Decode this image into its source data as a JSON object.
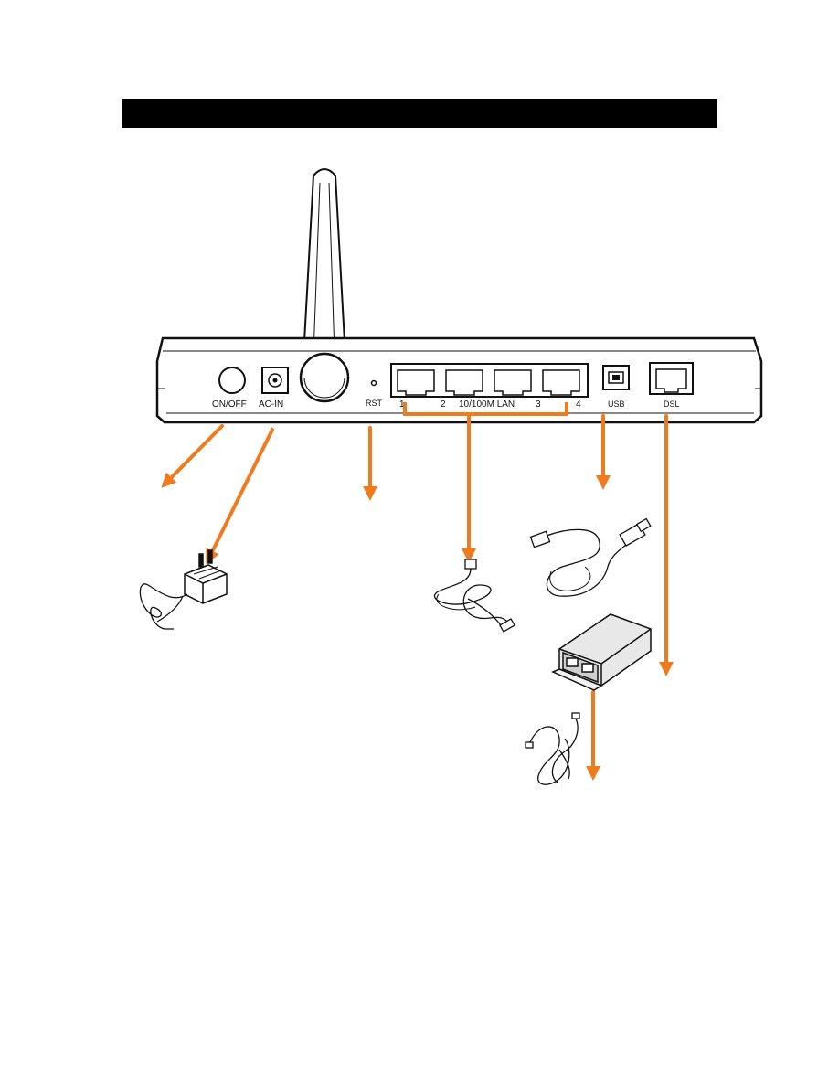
{
  "header": {
    "title": ""
  },
  "router": {
    "labels": {
      "on_off": "ON/OFF",
      "ac_in": "AC-IN",
      "rst": "RST",
      "lan_1": "1",
      "lan_2": "2",
      "lan_group": "10/100M LAN",
      "lan_3": "3",
      "lan_4": "4",
      "usb": "USB",
      "dsl": "DSL"
    }
  },
  "colors": {
    "arrow": "#F07A1E",
    "header_bar": "#000000",
    "line_art": "#111111"
  },
  "accessories": [
    "power-adapter-icon",
    "ethernet-cable-icon",
    "usb-cable-icon",
    "dsl-splitter-icon",
    "phone-cable-icon"
  ]
}
